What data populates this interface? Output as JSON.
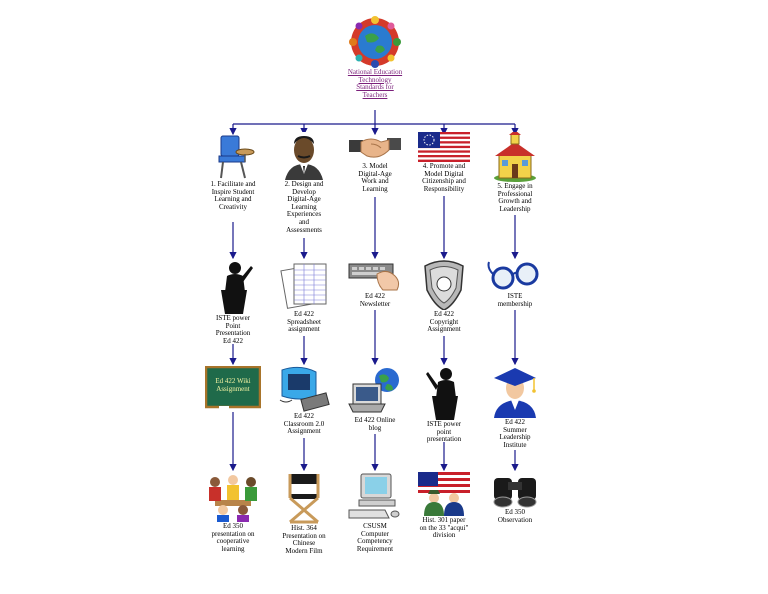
{
  "root": {
    "label": "National Education Technology Standards for Teachers"
  },
  "standards": [
    {
      "label": "1. Facilitate and Inspire Student Learning and Creativity",
      "icon": "school-chair-icon"
    },
    {
      "label": "2. Design and Develop Digital-Age Learning Experiences and Assessments",
      "icon": "mlk-portrait-icon"
    },
    {
      "label": "3. Model Digital-Age Work and Learning",
      "icon": "handshake-icon"
    },
    {
      "label": "4. Promote and Model Digital Citizenship and Responsibility",
      "icon": "us-flag-icon"
    },
    {
      "label": "5. Engage in Professional Growth and Leadership",
      "icon": "schoolhouse-icon"
    }
  ],
  "artifacts": [
    [
      {
        "label": "ISTE power Point Presentation Ed 422",
        "icon": "speaker-podium-icon"
      },
      {
        "label": "Ed 350 presentation on cooperative learning",
        "icon": "group-of-people-icon"
      }
    ],
    [
      {
        "label": "Ed 422 Spreadsheet assignment",
        "icon": "spreadsheet-papers-icon"
      },
      {
        "label": "Ed 422 Classroom 2.0 Assignment",
        "icon": "imac-computer-icon"
      },
      {
        "label": "Hist. 364 Presentation on Chinese Modern Film",
        "icon": "directors-chair-icon"
      }
    ],
    [
      {
        "label": "Ed 422 Newsletter",
        "icon": "keyboard-hand-icon"
      },
      {
        "label": "Ed 422 Online blog",
        "icon": "laptop-globe-icon"
      },
      {
        "label": "CSUSM Computer Competency Requirement",
        "icon": "desktop-computer-icon"
      }
    ],
    [
      {
        "label": "Ed 422 Copyright Assignment",
        "icon": "badge-shield-icon"
      },
      {
        "label": "ISTE power point presentation",
        "icon": "speaker-podium-icon"
      },
      {
        "label": "Hist. 301 paper on the 33 \"acqui\" division",
        "icon": "soldiers-flag-icon"
      }
    ],
    [
      {
        "label": "ISTE membership",
        "icon": "eyeglasses-icon"
      },
      {
        "label": "Ed 422 Summer Leadership Institute",
        "icon": "graduate-icon"
      },
      {
        "label": "Ed 350 Observation",
        "icon": "binoculars-icon"
      }
    ]
  ],
  "chalkboard": {
    "text": "Ed 422 Wiki Assignment"
  },
  "colors": {
    "connector": "#1a1a8c",
    "root_link": "#7a1f7a"
  }
}
